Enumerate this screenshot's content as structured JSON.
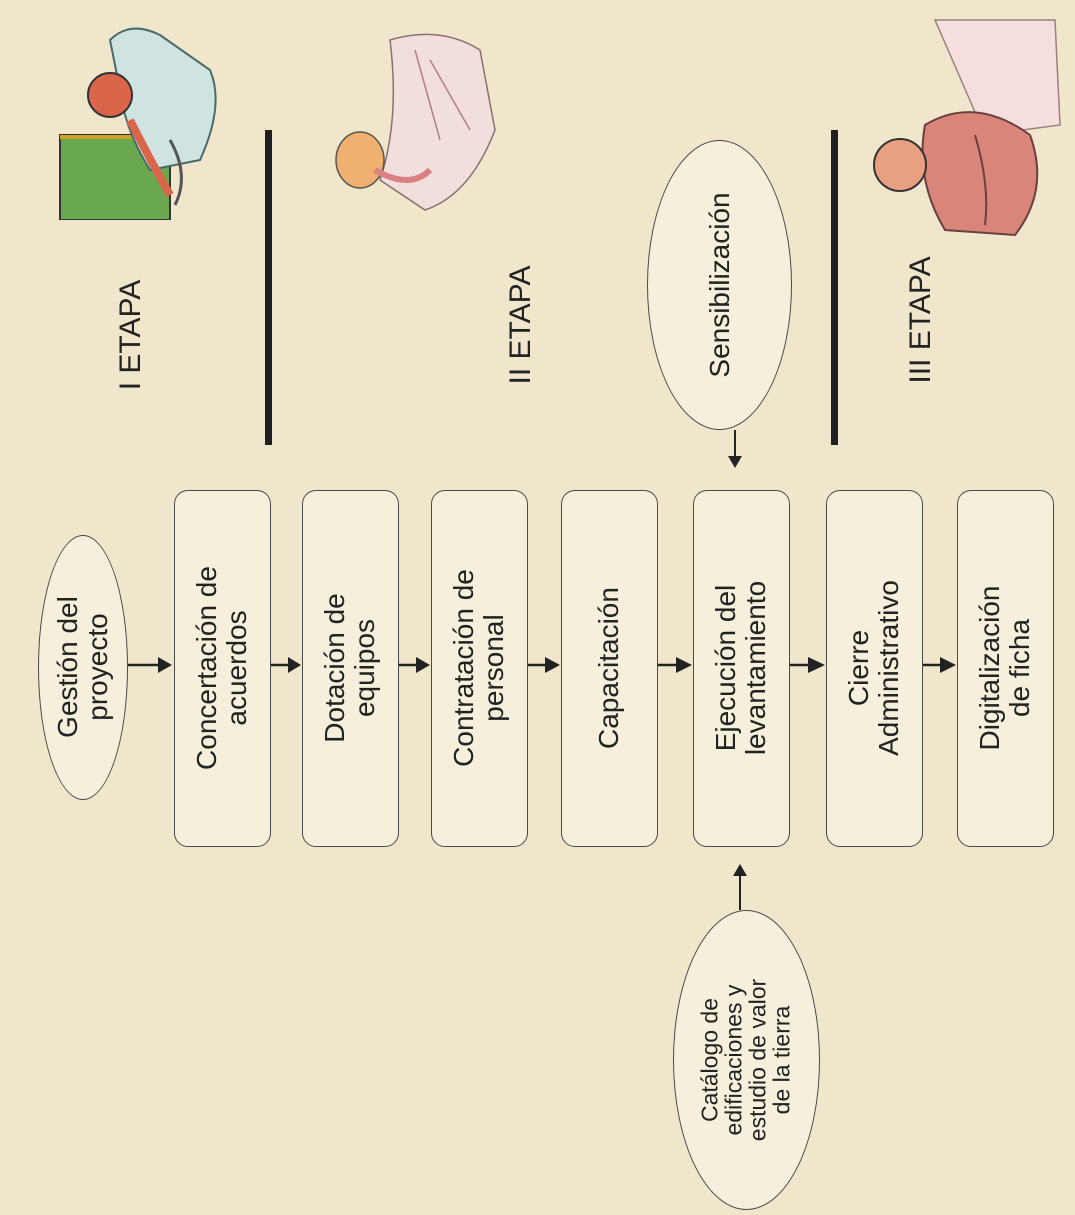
{
  "start_node": {
    "label": "Gestión del\nproyecto"
  },
  "steps": [
    {
      "label": "Concertación de\nacuerdos"
    },
    {
      "label": "Dotación de\nequipos"
    },
    {
      "label": "Contratación de\npersonal"
    },
    {
      "label": "Capacitación"
    },
    {
      "label": "Ejecución del\nlevantamiento"
    },
    {
      "label": "Cierre\nAdministrativo"
    },
    {
      "label": "Digitalización\nde ficha"
    }
  ],
  "inputs": {
    "top": {
      "label": "Sensibilización"
    },
    "bottom": {
      "label": "Catálogo de\nedificaciones y\nestudio de valor\nde la tierra"
    }
  },
  "stages": [
    {
      "label": "I ETAPA"
    },
    {
      "label": "II ETAPA"
    },
    {
      "label": "III ETAPA"
    }
  ],
  "colors": {
    "background": "#efe6cc",
    "box_fill": "#f6efdc",
    "stroke": "#4a4a4a"
  },
  "illustrations": [
    "person-with-board-illustration",
    "person-reading-scroll-illustration",
    "person-with-papers-illustration"
  ]
}
